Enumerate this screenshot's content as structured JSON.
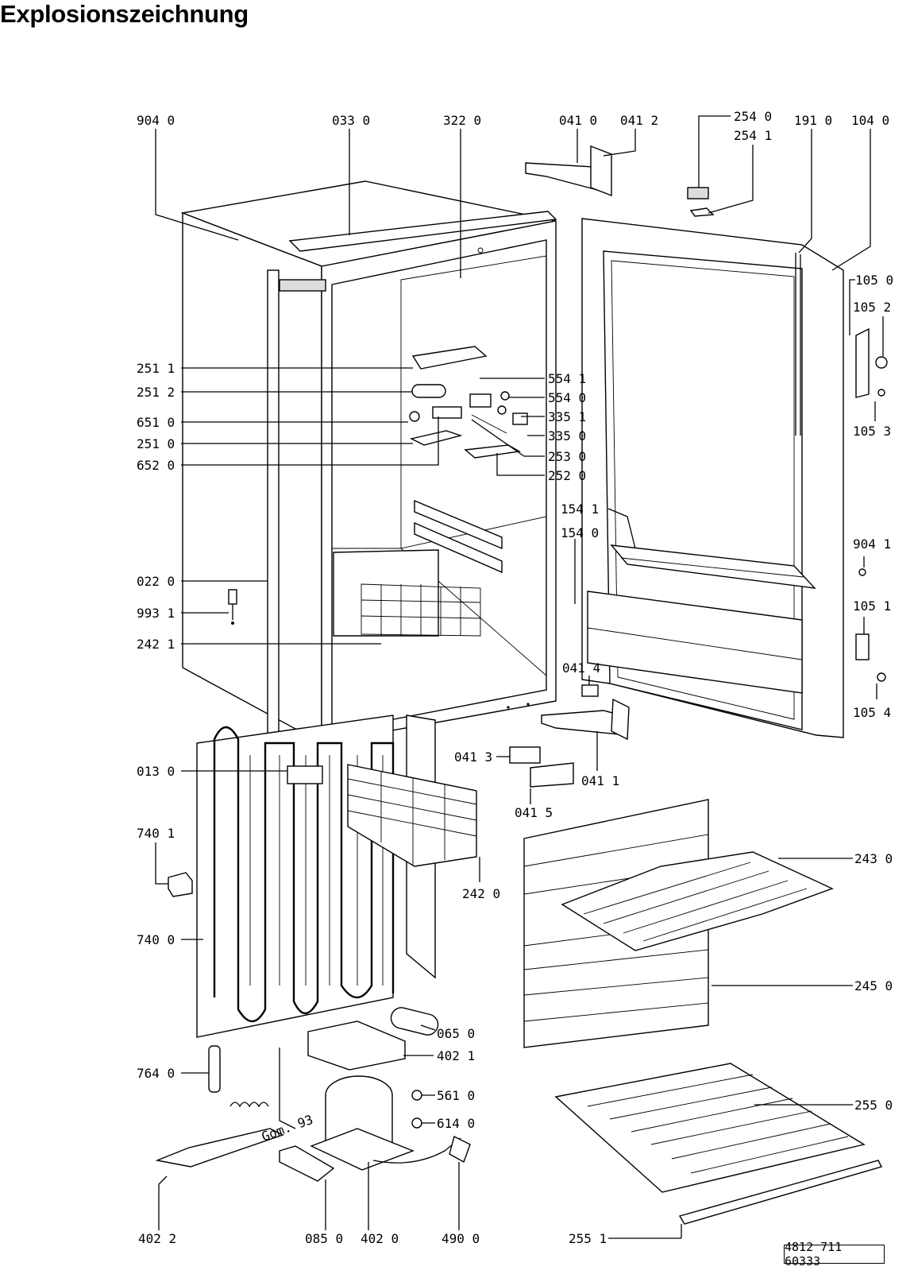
{
  "title": "Explosionszeichnung",
  "document_number": "4812 711 60333",
  "signature": "Gom. 93",
  "parts": {
    "p9040": "904 0",
    "p0330": "033 0",
    "p3220": "322 0",
    "p0410": "041 0",
    "p0412": "041 2",
    "p2540": "254 0",
    "p2541": "254 1",
    "p1910": "191 0",
    "p1040": "104 0",
    "p1050": "105 0",
    "p1052": "105 2",
    "p1053": "105 3",
    "p2511": "251 1",
    "p2512": "251 2",
    "p6510": "651 0",
    "p2510": "251 0",
    "p6520": "652 0",
    "p5541": "554 1",
    "p5540": "554 0",
    "p3351": "335 1",
    "p3350": "335 0",
    "p2530": "253 0",
    "p2520": "252 0",
    "p1541": "154 1",
    "p1540": "154 0",
    "p9041": "904 1",
    "p1051": "105 1",
    "p1054": "105 4",
    "p0220": "022 0",
    "p9931": "993 1",
    "p2421": "242 1",
    "p0414": "041 4",
    "p0413": "041 3",
    "p0411": "041 1",
    "p0415": "041 5",
    "p0130": "013 0",
    "p7401": "740 1",
    "p7400": "740 0",
    "p2420": "242 0",
    "p2430": "243 0",
    "p2450": "245 0",
    "p0650": "065 0",
    "p4021": "402 1",
    "p7640": "764 0",
    "p5610": "561 0",
    "p6140": "614 0",
    "p2550": "255 0",
    "p4022": "402 2",
    "p0850": "085 0",
    "p4020": "402 0",
    "p4900": "490 0",
    "p2551": "255 1"
  }
}
